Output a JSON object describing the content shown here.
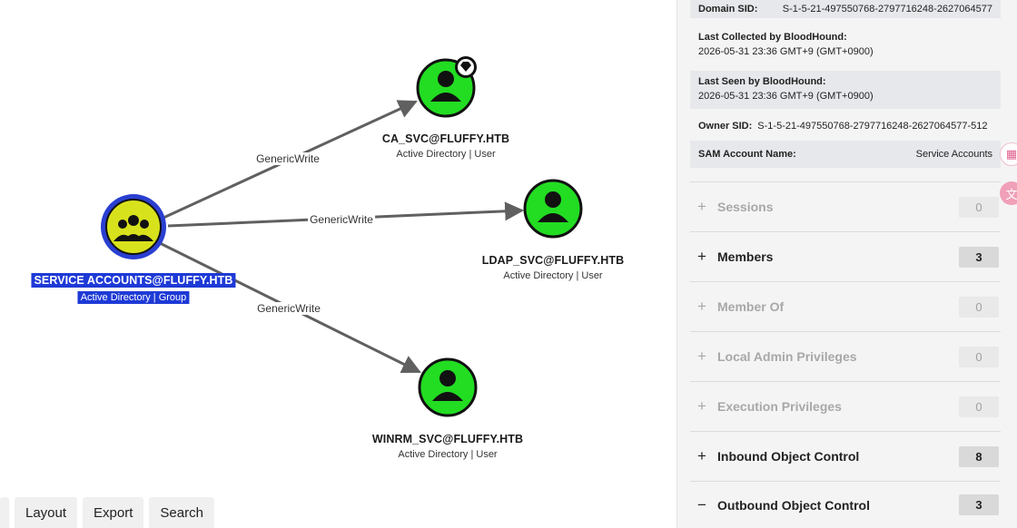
{
  "graph": {
    "edges": [
      {
        "id": "e1",
        "label": "GenericWrite"
      },
      {
        "id": "e2",
        "label": "GenericWrite"
      },
      {
        "id": "e3",
        "label": "GenericWrite"
      }
    ],
    "nodes": {
      "group": {
        "name": "SERVICE ACCOUNTS@FLUFFY.HTB",
        "sub": "Active Directory | Group"
      },
      "ca": {
        "name": "CA_SVC@FLUFFY.HTB",
        "sub": "Active Directory | User"
      },
      "ldap": {
        "name": "LDAP_SVC@FLUFFY.HTB",
        "sub": "Active Directory | User"
      },
      "winrm": {
        "name": "WINRM_SVC@FLUFFY.HTB",
        "sub": "Active Directory | User"
      }
    },
    "colors": {
      "group_fill": "#d8e21c",
      "group_ring": "#2a3fd1",
      "user_fill": "#22dd22",
      "edge": "#606060"
    }
  },
  "toolbar": {
    "layout_label": "Layout",
    "export_label": "Export",
    "search_label": "Search"
  },
  "panel": {
    "domain_sid": {
      "key": "Domain SID:",
      "value": "S-1-5-21-497550768-2797716248-2627064577"
    },
    "last_collected": {
      "key": "Last Collected by BloodHound:",
      "value": "2026-05-31 23:36 GMT+9 (GMT+0900)"
    },
    "last_seen": {
      "key": "Last Seen by BloodHound:",
      "value": "2026-05-31 23:36 GMT+9 (GMT+0900)"
    },
    "owner_sid": {
      "key": "Owner SID:",
      "value": "S-1-5-21-497550768-2797716248-2627064577-512"
    },
    "sam": {
      "key": "SAM Account Name:",
      "value": "Service Accounts"
    },
    "sections": [
      {
        "sign": "+",
        "title": "Sessions",
        "count": "0"
      },
      {
        "sign": "+",
        "title": "Members",
        "count": "3"
      },
      {
        "sign": "+",
        "title": "Member Of",
        "count": "0"
      },
      {
        "sign": "+",
        "title": "Local Admin Privileges",
        "count": "0"
      },
      {
        "sign": "+",
        "title": "Execution Privileges",
        "count": "0"
      },
      {
        "sign": "+",
        "title": "Inbound Object Control",
        "count": "8"
      },
      {
        "sign": "−",
        "title": "Outbound Object Control",
        "count": "3"
      }
    ]
  }
}
